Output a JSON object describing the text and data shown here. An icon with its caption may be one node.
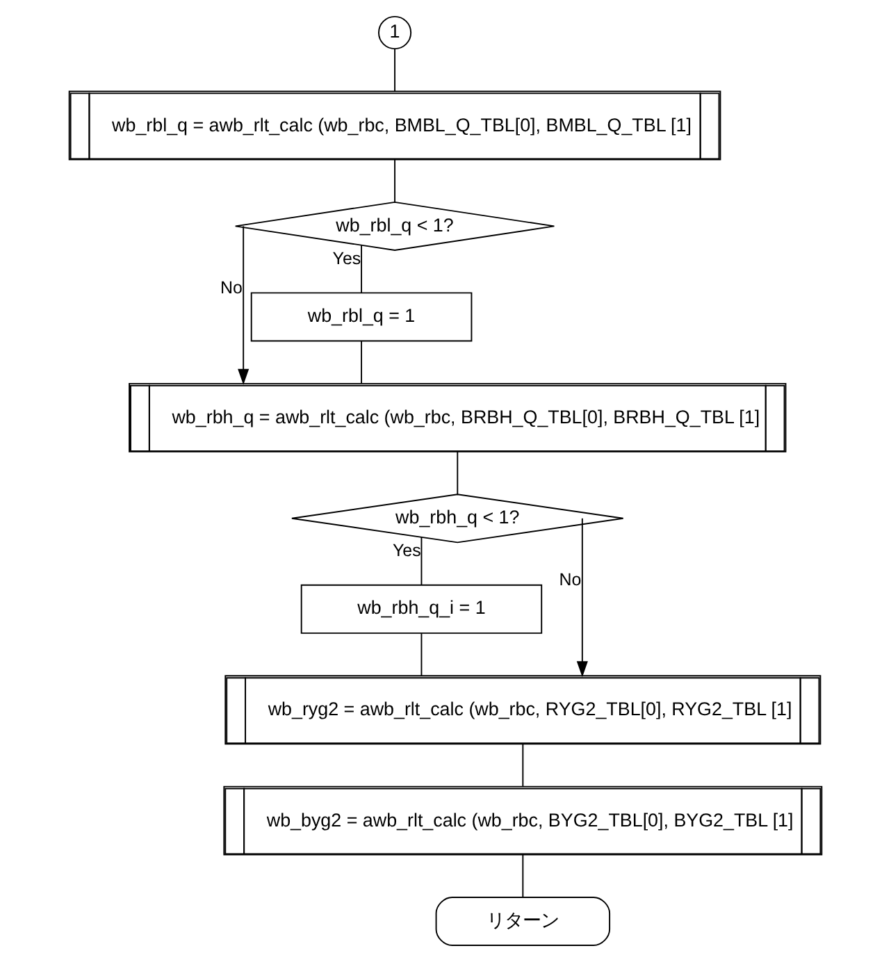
{
  "diagram": {
    "nodes": [
      {
        "text": [
          "1"
        ]
      },
      {
        "text": [
          "wb_rbl_q = awb_rlt_calc (wb_rbc, BMBL_Q_TBL[0], BMBL_Q_TBL [1]"
        ]
      },
      {
        "text": [
          "wb_rbl_q < 1?"
        ]
      },
      {
        "text": [
          "wb_rbl_q = 1"
        ]
      },
      {
        "text": [
          "wb_rbh_q = awb_rlt_calc (wb_rbc, BRBH_Q_TBL[0], BRBH_Q_TBL [1]"
        ]
      },
      {
        "text": [
          "wb_rbh_q < 1?"
        ]
      },
      {
        "text": [
          "wb_rbh_q_i = 1"
        ]
      },
      {
        "text": [
          "wb_ryg2 = awb_rlt_calc (wb_rbc, RYG2_TBL[0], RYG2_TBL [1]"
        ]
      },
      {
        "text": [
          "wb_byg2 = awb_rlt_calc (wb_rbc, BYG2_TBL[0], BYG2_TBL [1]"
        ]
      },
      {
        "text": [
          "リターン"
        ]
      }
    ],
    "edges": [
      {
        "from": 0,
        "to": 1,
        "arrow": "none"
      },
      {
        "from": 1,
        "to": 2,
        "arrow": "none"
      },
      {
        "from": 2,
        "to": 3,
        "arrow": "none",
        "label": "Yes"
      },
      {
        "from": 2,
        "to": 4,
        "arrow": "to",
        "label": "No"
      },
      {
        "from": 3,
        "to": 4,
        "arrow": "none"
      },
      {
        "from": 4,
        "to": 5,
        "arrow": "none"
      },
      {
        "from": 5,
        "to": 6,
        "arrow": "none",
        "label": "Yes"
      },
      {
        "from": 5,
        "to": 7,
        "arrow": "to",
        "label": "No"
      },
      {
        "from": 6,
        "to": 7,
        "arrow": "none"
      },
      {
        "from": 7,
        "to": 8,
        "arrow": "none"
      },
      {
        "from": 8,
        "to": 9,
        "arrow": "none"
      }
    ]
  }
}
